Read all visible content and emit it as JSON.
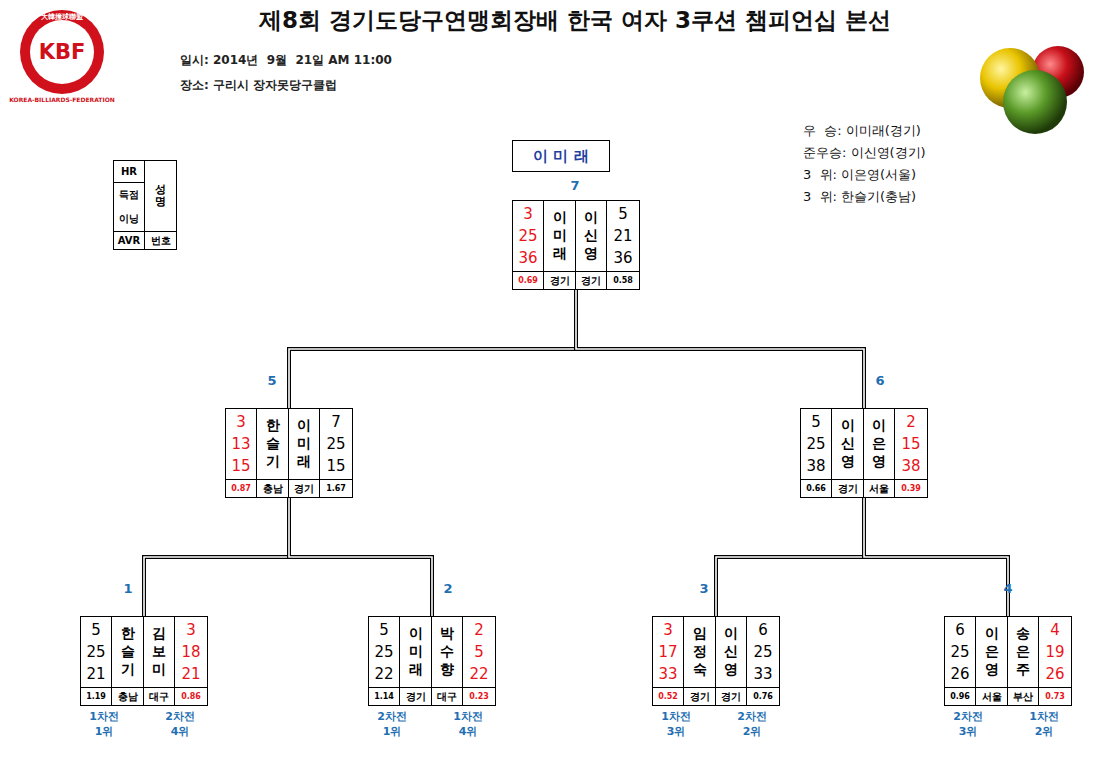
{
  "diagram": {
    "title": "제8회 경기도당구연맹회장배 한국 여자 3쿠션 챔피언십 본선",
    "nodes": [
      {
        "text": [
          "HR",
          "득점",
          "이닝",
          "성명",
          "AVR",
          "번호"
        ]
      },
      {
        "text": [
          "이 미 래"
        ]
      },
      {
        "text": [
          "3",
          "25",
          "36",
          "이미래",
          "이신영",
          "5",
          "21",
          "36",
          "0.69",
          "경기",
          "경기",
          "0.58"
        ]
      },
      {
        "text": [
          "3",
          "13",
          "15",
          "한슬기",
          "이미래",
          "7",
          "25",
          "15",
          "0.87",
          "충남",
          "경기",
          "1.67"
        ]
      },
      {
        "text": [
          "5",
          "25",
          "38",
          "이신영",
          "이은영",
          "2",
          "15",
          "38",
          "0.66",
          "경기",
          "서울",
          "0.39"
        ]
      },
      {
        "text": [
          "5",
          "25",
          "21",
          "한슬기",
          "김보미",
          "3",
          "18",
          "21",
          "1.19",
          "충남",
          "대구",
          "0.86"
        ]
      },
      {
        "text": [
          "5",
          "25",
          "22",
          "이미래",
          "박수향",
          "2",
          "5",
          "22",
          "1.14",
          "경기",
          "대구",
          "0.23"
        ]
      },
      {
        "text": [
          "3",
          "17",
          "33",
          "임정숙",
          "이신영",
          "6",
          "25",
          "33",
          "0.52",
          "경기",
          "경기",
          "0.76"
        ]
      },
      {
        "text": [
          "6",
          "25",
          "26",
          "이은영",
          "송은주",
          "4",
          "19",
          "26",
          "0.96",
          "서울",
          "부산",
          "0.73"
        ]
      }
    ],
    "edges": [
      {
        "from": 5,
        "to": 3,
        "arrow": "none"
      },
      {
        "from": 6,
        "to": 3,
        "arrow": "none"
      },
      {
        "from": 7,
        "to": 4,
        "arrow": "none"
      },
      {
        "from": 8,
        "to": 4,
        "arrow": "none"
      },
      {
        "from": 3,
        "to": 2,
        "arrow": "none"
      },
      {
        "from": 4,
        "to": 2,
        "arrow": "none"
      }
    ],
    "labels": [
      "일시: 2014년  9월  21일 AM 11:00",
      "장소: 구리시 장자못당구클럽",
      "KBF",
      "KOREA-BILLIARDS-FEDERATION",
      "大韓撞球聯盟",
      "우  승: 이미래(경기)",
      "준우승: 이신영(경기)",
      "3  위: 이은영(서울)",
      "3  위: 한슬기(충남)",
      "7",
      "5",
      "6",
      "1",
      "2",
      "3",
      "4",
      "1차전",
      "1위",
      "2차전",
      "4위",
      "2차전",
      "1위",
      "1차전",
      "4위",
      "1차전",
      "3위",
      "2차전",
      "2위",
      "2차전",
      "3위",
      "1차전",
      "2위"
    ]
  }
}
